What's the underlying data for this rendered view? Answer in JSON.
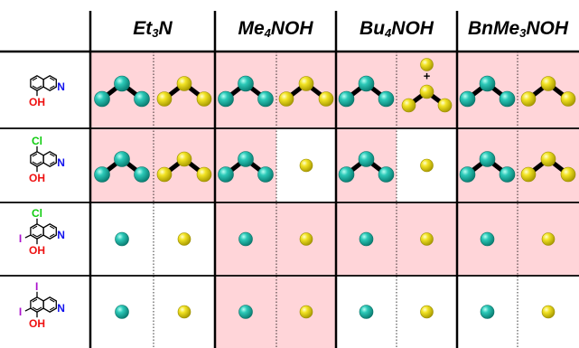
{
  "header": {
    "columns": [
      {
        "base": "Et",
        "sub": "3",
        "suffix": "N"
      },
      {
        "base": "Me",
        "sub": "4",
        "suffix": "NOH"
      },
      {
        "base": "Bu",
        "sub": "4",
        "suffix": "NOH"
      },
      {
        "base": "BnMe",
        "sub": "3",
        "suffix": "NOH"
      }
    ]
  },
  "colors": {
    "pink_fill": "#ffd5d9",
    "teal_atom": "#1fb8a8",
    "yellow_atom": "#f0e020",
    "bond": "#000000",
    "carbon_bond": "#000000",
    "nitrogen": "#1010ee",
    "oxygen": "#ee1010",
    "chlorine": "#10cc10",
    "iodine": "#aa10cc"
  },
  "rows": [
    {
      "ligand": {
        "atoms": {
          "OH": "OH",
          "N": "N"
        },
        "cl5": "",
        "i5": "",
        "i7": ""
      },
      "cells": [
        {
          "pink": true,
          "species": "trimer-teal"
        },
        {
          "pink": true,
          "species": "trimer-yellow"
        },
        {
          "pink": true,
          "species": "trimer-teal"
        },
        {
          "pink": true,
          "species": "trimer-yellow"
        },
        {
          "pink": true,
          "species": "trimer-teal"
        },
        {
          "pink": true,
          "species": "trimer-yellow-plus"
        },
        {
          "pink": true,
          "species": "trimer-teal"
        },
        {
          "pink": true,
          "species": "trimer-yellow"
        }
      ]
    },
    {
      "ligand": {
        "atoms": {
          "OH": "OH",
          "N": "N"
        },
        "cl5": "Cl",
        "i5": "",
        "i7": ""
      },
      "cells": [
        {
          "pink": true,
          "species": "trimer-teal"
        },
        {
          "pink": true,
          "species": "trimer-yellow"
        },
        {
          "pink": true,
          "species": "trimer-teal"
        },
        {
          "pink": false,
          "species": "single-yellow"
        },
        {
          "pink": true,
          "species": "trimer-teal"
        },
        {
          "pink": false,
          "species": "single-yellow"
        },
        {
          "pink": true,
          "species": "trimer-teal"
        },
        {
          "pink": true,
          "species": "trimer-yellow"
        }
      ]
    },
    {
      "ligand": {
        "atoms": {
          "OH": "OH",
          "N": "N"
        },
        "cl5": "Cl",
        "i5": "",
        "i7": "I"
      },
      "cells": [
        {
          "pink": false,
          "species": "single-teal"
        },
        {
          "pink": false,
          "species": "single-yellow"
        },
        {
          "pink": true,
          "species": "single-teal"
        },
        {
          "pink": true,
          "species": "single-yellow"
        },
        {
          "pink": true,
          "species": "single-teal"
        },
        {
          "pink": true,
          "species": "single-yellow"
        },
        {
          "pink": true,
          "species": "single-teal"
        },
        {
          "pink": true,
          "species": "single-yellow"
        }
      ]
    },
    {
      "ligand": {
        "atoms": {
          "OH": "OH",
          "N": "N"
        },
        "cl5": "",
        "i5": "I",
        "i7": "I"
      },
      "cells": [
        {
          "pink": false,
          "species": "single-teal"
        },
        {
          "pink": false,
          "species": "single-yellow"
        },
        {
          "pink": true,
          "species": "single-teal"
        },
        {
          "pink": true,
          "species": "single-yellow"
        },
        {
          "pink": false,
          "species": "single-teal"
        },
        {
          "pink": false,
          "species": "single-yellow"
        },
        {
          "pink": false,
          "species": "single-teal"
        },
        {
          "pink": false,
          "species": "single-yellow"
        }
      ]
    }
  ],
  "plus_sign": "+"
}
